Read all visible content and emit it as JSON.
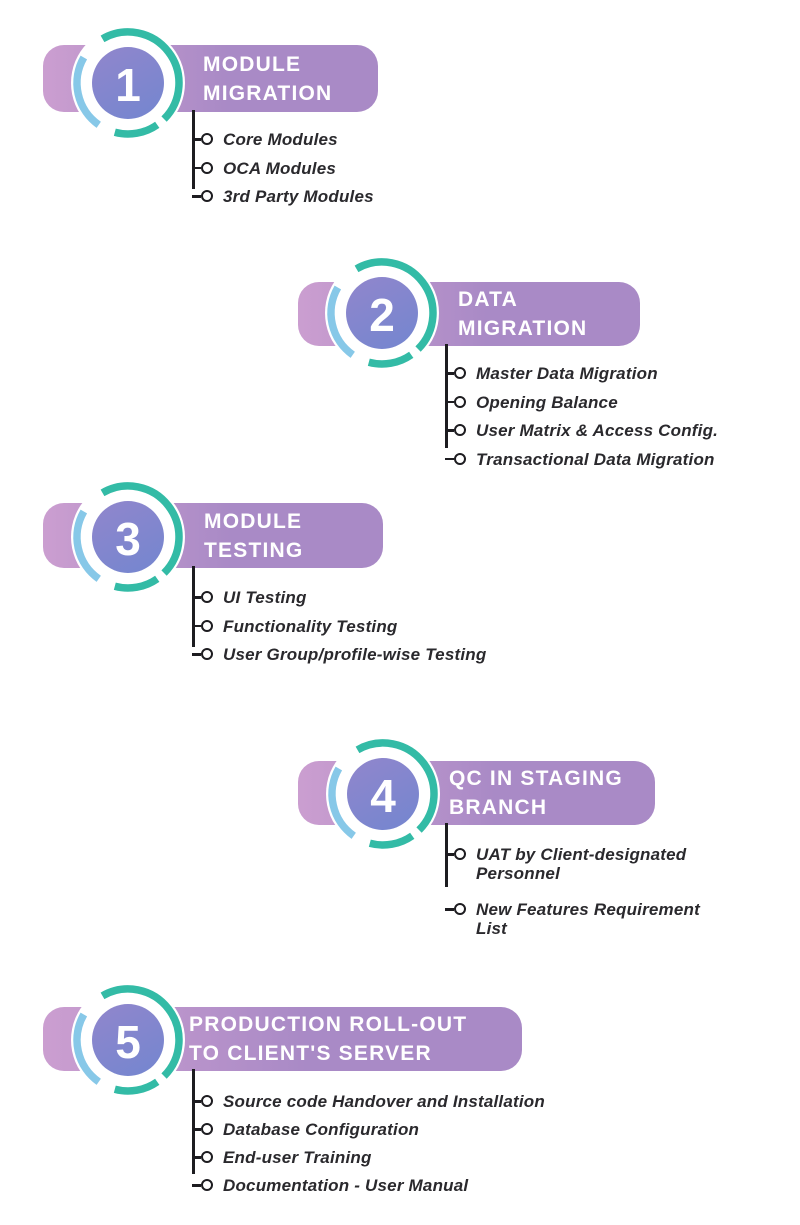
{
  "colors": {
    "pill_gradient_left": "#cb9ed0",
    "pill_gradient_right": "#a98ac6",
    "badge_circle_top": "#9186cc",
    "badge_circle_bottom": "#7886cf",
    "badge_ring": "#ffffff",
    "arc_teal": "#33bba6",
    "arc_light_blue": "#87c8e8",
    "connector": "#1d1c20",
    "item_text": "#2a292d",
    "title_text": "#ffffff"
  },
  "steps": [
    {
      "number": "1",
      "title_lines": [
        "MODULE",
        "MIGRATION"
      ],
      "items": [
        "Core Modules",
        "OCA Modules",
        "3rd Party Modules"
      ]
    },
    {
      "number": "2",
      "title_lines": [
        "DATA",
        "MIGRATION"
      ],
      "items": [
        "Master Data Migration",
        "Opening Balance",
        "User Matrix & Access Config.",
        "Transactional Data Migration"
      ]
    },
    {
      "number": "3",
      "title_lines": [
        "MODULE",
        "TESTING"
      ],
      "items": [
        "UI Testing",
        "Functionality Testing",
        "User Group/profile-wise Testing"
      ]
    },
    {
      "number": "4",
      "title_lines": [
        "QC IN STAGING",
        "BRANCH"
      ],
      "items": [
        "UAT by Client-designated Personnel",
        "New Features Requirement List"
      ]
    },
    {
      "number": "5",
      "title_lines": [
        "PRODUCTION ROLL-OUT",
        "TO CLIENT'S SERVER"
      ],
      "items": [
        "Source code Handover and Installation",
        "Database Configuration",
        "End-user Training",
        "Documentation - User Manual"
      ]
    }
  ]
}
